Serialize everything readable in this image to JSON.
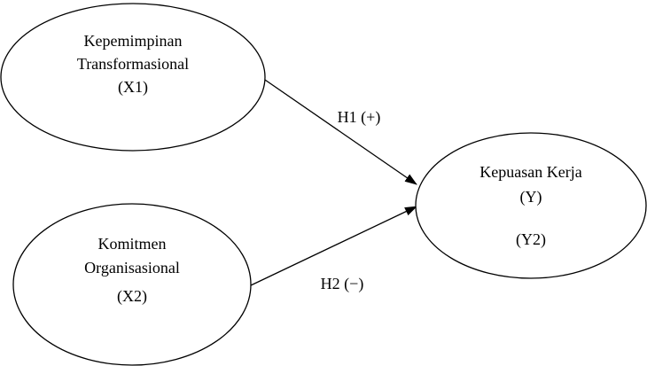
{
  "nodes": {
    "x1": {
      "line1": "Kepemimpinan",
      "line2": "Transformasional",
      "line3": "(X1)"
    },
    "x2": {
      "line1": "Komitmen",
      "line2": "Organisasional",
      "line3": "(X2)"
    },
    "y": {
      "line1": "Kepuasan Kerja",
      "line2": "(Y)",
      "line3": "(Y2)"
    }
  },
  "edges": {
    "h1": {
      "label": "H1 (+)"
    },
    "h2": {
      "label": "H2 (−)"
    }
  }
}
